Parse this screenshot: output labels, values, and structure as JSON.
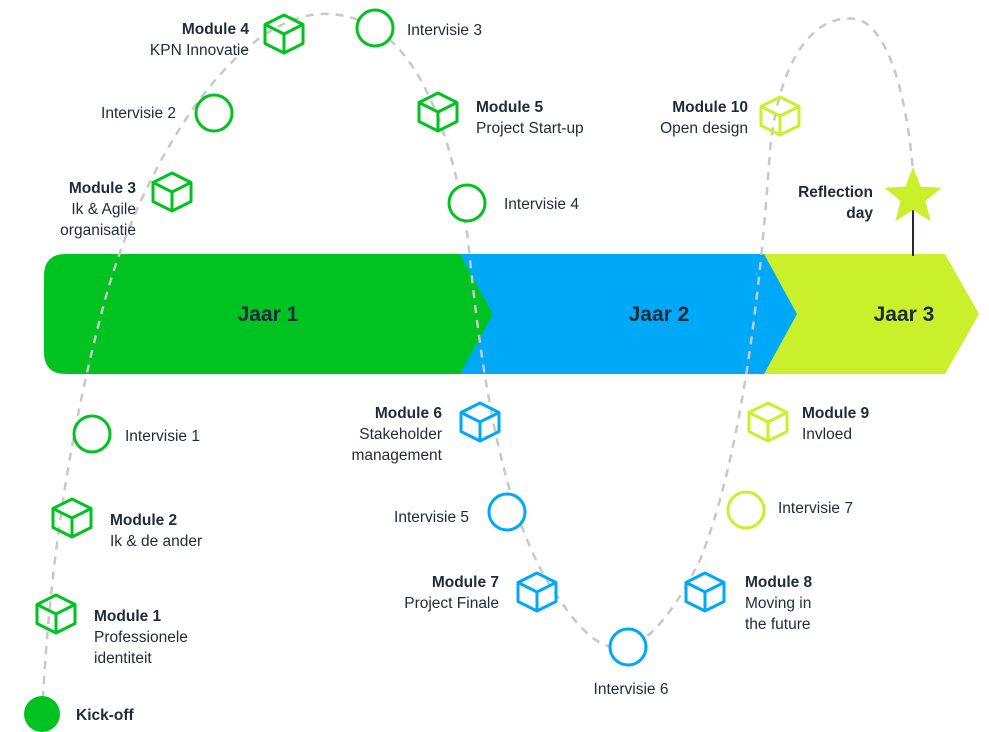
{
  "colors": {
    "year1": "#00c322",
    "year2": "#00a9f7",
    "year3": "#c9f02a",
    "path": "#c8c8c8",
    "text": "#1e2b3a",
    "pin": "#1e2b3a"
  },
  "years": [
    {
      "label": "Jaar 1",
      "color": "year1"
    },
    {
      "label": "Jaar 2",
      "color": "year2"
    },
    {
      "label": "Jaar 3",
      "color": "year3"
    }
  ],
  "start": {
    "label": "Kick-off",
    "icon": "filled-circle-icon",
    "color": "year1"
  },
  "finish": {
    "label_line1": "Reflection",
    "label_line2": "day",
    "icon": "star-icon",
    "color": "year3"
  },
  "modules": [
    {
      "title": "Module 1",
      "subtitle1": "Professionele",
      "subtitle2": "identiteit",
      "color": "year1",
      "icon": "cube-icon"
    },
    {
      "title": "Module 2",
      "subtitle1": "Ik & de ander",
      "subtitle2": "",
      "color": "year1",
      "icon": "cube-icon"
    },
    {
      "title": "Module 3",
      "subtitle1": "Ik & Agile",
      "subtitle2": "organisatie",
      "color": "year1",
      "icon": "cube-icon"
    },
    {
      "title": "Module 4",
      "subtitle1": "KPN Innovatie",
      "subtitle2": "",
      "color": "year1",
      "icon": "cube-icon"
    },
    {
      "title": "Module 5",
      "subtitle1": "Project Start-up",
      "subtitle2": "",
      "color": "year1",
      "icon": "cube-icon"
    },
    {
      "title": "Module 6",
      "subtitle1": "Stakeholder",
      "subtitle2": "management",
      "color": "year2",
      "icon": "cube-icon"
    },
    {
      "title": "Module 7",
      "subtitle1": "Project Finale",
      "subtitle2": "",
      "color": "year2",
      "icon": "cube-icon"
    },
    {
      "title": "Module 8",
      "subtitle1": "Moving in",
      "subtitle2": "the future",
      "color": "year2",
      "icon": "cube-icon"
    },
    {
      "title": "Module 9",
      "subtitle1": "Invloed",
      "subtitle2": "",
      "color": "year3",
      "icon": "cube-icon"
    },
    {
      "title": "Module 10",
      "subtitle1": "Open design",
      "subtitle2": "",
      "color": "year3",
      "icon": "cube-icon"
    }
  ],
  "intervisies": [
    {
      "label": "Intervisie 1",
      "color": "year1"
    },
    {
      "label": "Intervisie 2",
      "color": "year1"
    },
    {
      "label": "Intervisie 3",
      "color": "year1"
    },
    {
      "label": "Intervisie 4",
      "color": "year1"
    },
    {
      "label": "Intervisie 5",
      "color": "year2"
    },
    {
      "label": "Intervisie 6",
      "color": "year2"
    },
    {
      "label": "Intervisie 7",
      "color": "year3"
    }
  ]
}
